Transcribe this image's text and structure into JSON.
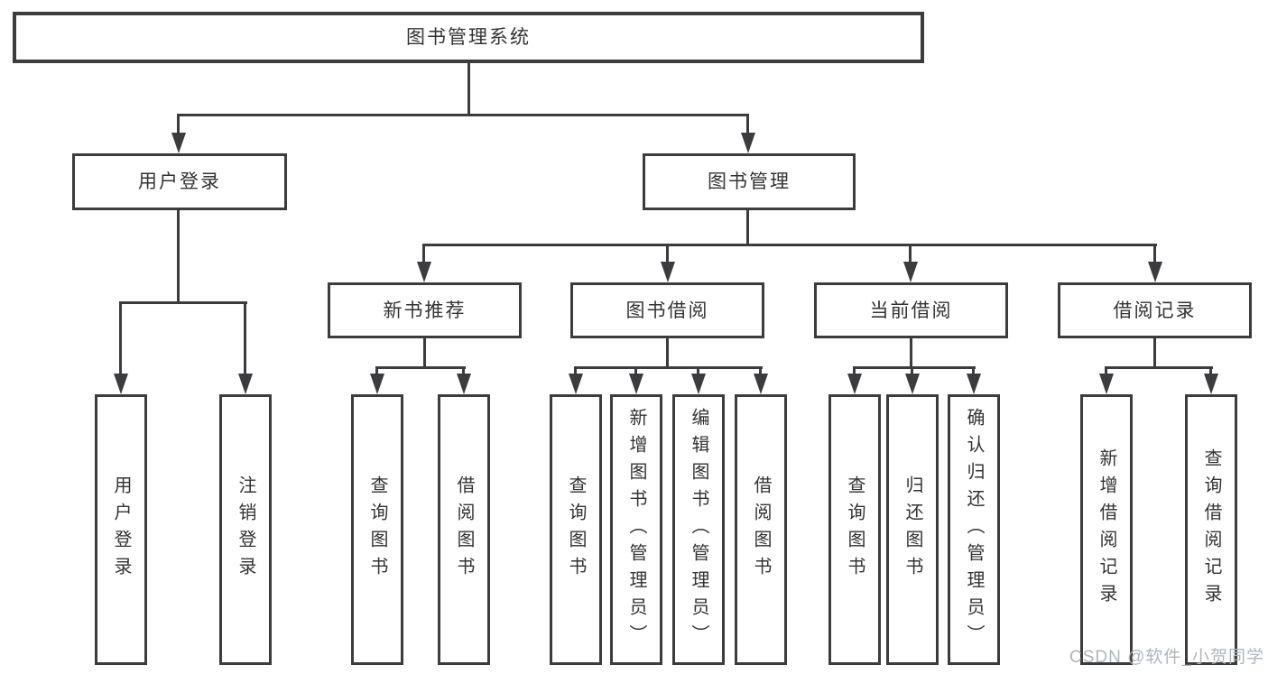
{
  "colors": {
    "line": "#3c3c3e",
    "text": "#333333",
    "watermark": "#b0b5ba",
    "background": "#ffffff"
  },
  "nodes": {
    "root": "图书管理系统",
    "user_login": "用户登录",
    "book_management": "图书管理",
    "new_book_recommend": "新书推荐",
    "book_borrowing": "图书借阅",
    "current_borrowing": "当前借阅",
    "borrowing_records": "借阅记录",
    "leaf_user_login": "用户登录",
    "leaf_logout": "注销登录",
    "leaf_nb_query_books": "查询图书",
    "leaf_nb_borrow_books": "借阅图书",
    "leaf_bb_query_books": "查询图书",
    "leaf_bb_add_books": "新增图书（管理员）",
    "leaf_bb_edit_books": "编辑图书（管理员）",
    "leaf_bb_borrow_books": "借阅图书",
    "leaf_cb_query_books": "查询图书",
    "leaf_cb_return_books": "归还图书",
    "leaf_cb_confirm_return": "确认归还（管理员）",
    "leaf_br_add_record": "新增借阅记录",
    "leaf_br_query_record": "查询借阅记录"
  },
  "watermark": "CSDN @软件_小贺同学"
}
